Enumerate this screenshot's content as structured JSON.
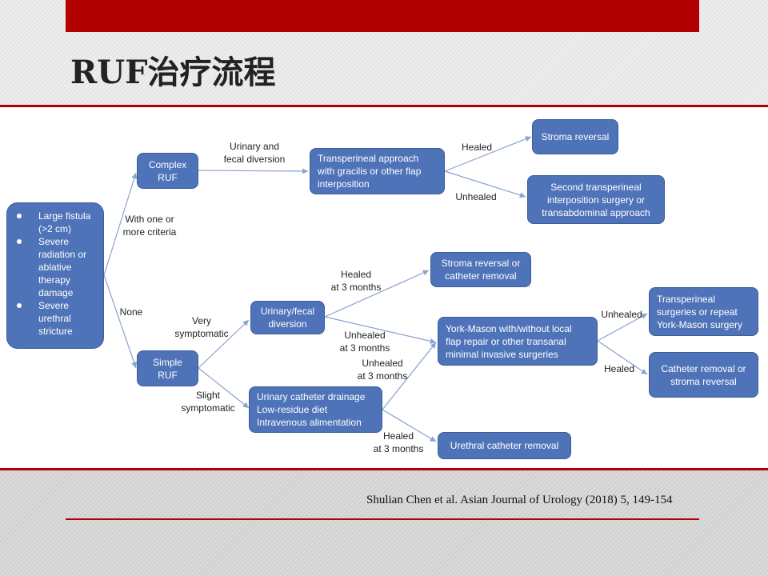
{
  "title": "RUF治疗流程",
  "citation": "Shulian  Chen et al. Asian Journal of Urology (2018) 5, 149-154",
  "colors": {
    "accent": "#b00000",
    "box": "#4f73b8",
    "arrow": "#8aa2d1"
  },
  "diagram": {
    "criteria": [
      "Large fistula\n(>2 cm)",
      "Severe\nradiation or\nablative\ntherapy\ndamage",
      "Severe\nurethral\nstricture"
    ],
    "nodes": {
      "complex": "Complex\nRUF",
      "simple": "Simple\nRUF",
      "transperineal": "Transperineal approach\nwith gracilis or other flap\ninterposition",
      "stroma1": "Stroma reversal",
      "second": "Second transperineal\ninterposition surgery or\ntransabdominal approach",
      "diversion": "Urinary/fecal\ndiversion",
      "stroma2": "Stroma reversal or\ncatheter removal",
      "york": "York-Mason with/without local\nflap repair or other transanal\nminimal invasive surgeries",
      "repeat": "Transperineal\nsurgeries or repeat\nYork-Mason surgery",
      "catheter_removal": "Catheter removal or\nstroma reversal",
      "drainage": "Urinary catheter drainage\nLow-residue diet\nIntravenous alimentation",
      "urethral": "Urethral catheter removal"
    },
    "labels": {
      "urinary_fecal": "Urinary and\nfecal diversion",
      "healed1": "Healed",
      "unhealed1": "Unhealed",
      "with_criteria": "With one or\nmore criteria",
      "none": "None",
      "healed3_top": "Healed\nat 3 months",
      "very_symptomatic": "Very\nsymptomatic",
      "unhealed3_a": "Unhealed\nat 3 months",
      "unhealed3_b": "Unhealed\nat 3 months",
      "unhealed2": "Unhealed",
      "healed2": "Healed",
      "slight": "Slight\nsymptomatic",
      "healed3_bottom": "Healed\nat 3 months"
    }
  }
}
